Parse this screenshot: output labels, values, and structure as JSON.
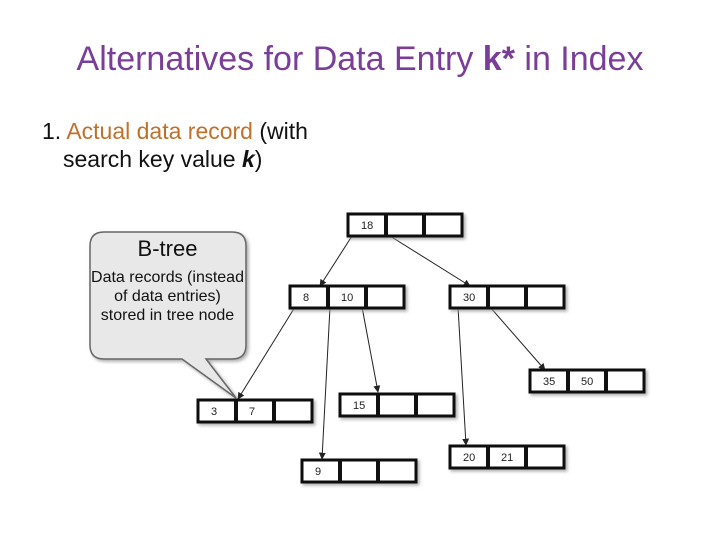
{
  "slide": {
    "title_prefix": "Alternatives for Data Entry ",
    "title_bold": "k*",
    "title_suffix": " in Index",
    "bullet_number": "1. ",
    "bullet_highlight": "Actual data record",
    "bullet_rest_line1": " (with",
    "bullet_line2_prefix": "search key value ",
    "bullet_line2_k": "k",
    "bullet_line2_suffix": ")"
  },
  "callout": {
    "title": "B-tree",
    "body": "Data records (instead of data entries) stored in tree node"
  },
  "tree": {
    "nodes": [
      {
        "id": "root",
        "keys": [
          "18",
          "",
          ""
        ]
      },
      {
        "id": "left",
        "keys": [
          "8",
          "10",
          ""
        ]
      },
      {
        "id": "right",
        "keys": [
          "30",
          "",
          ""
        ]
      },
      {
        "id": "leaf-3-7",
        "keys": [
          "3",
          "7",
          ""
        ]
      },
      {
        "id": "leaf-15",
        "keys": [
          "15",
          "",
          ""
        ]
      },
      {
        "id": "leaf-9",
        "keys": [
          "9",
          "",
          ""
        ]
      },
      {
        "id": "leaf-20-21",
        "keys": [
          "20",
          "21",
          ""
        ]
      },
      {
        "id": "leaf-35-50",
        "keys": [
          "35",
          "50",
          ""
        ]
      }
    ]
  }
}
